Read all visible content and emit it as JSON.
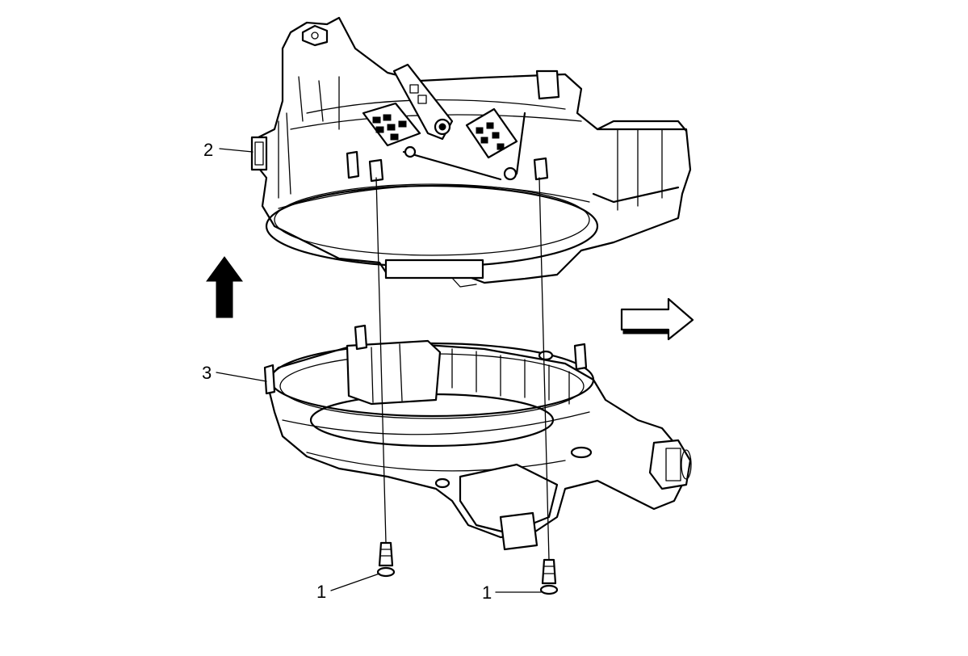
{
  "callouts": {
    "screw_a": "1",
    "screw_b": "1",
    "upper_case": "2",
    "lower_case": "3"
  },
  "colors": {
    "line": "#000000",
    "background": "#ffffff"
  },
  "icons": {
    "up_arrow": "solid-arrow-up-icon",
    "right_arrow": "outline-arrow-right-icon"
  }
}
